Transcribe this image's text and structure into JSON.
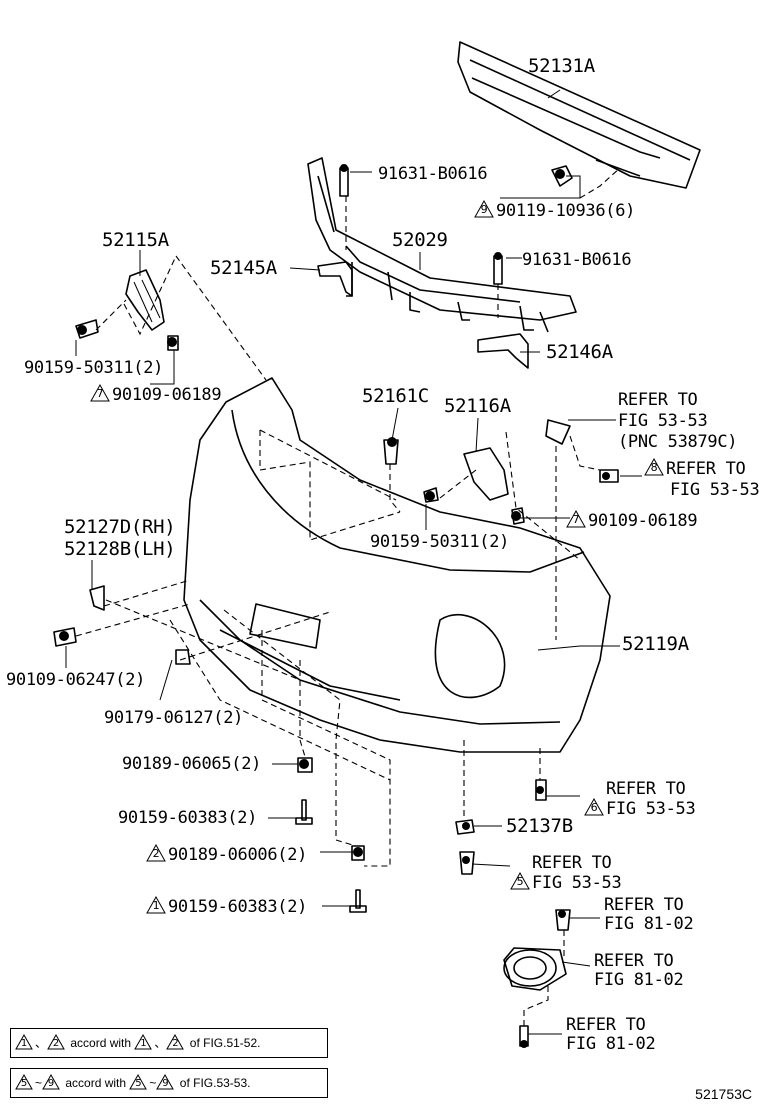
{
  "labels": {
    "p52131A": "52131A",
    "p91631a": "91631-B0616",
    "p90119": "90119-10936(6)",
    "p90119_tri": "9",
    "p52115A": "52115A",
    "p52029": "52029",
    "p52145A": "52145A",
    "p91631b": "91631-B0616",
    "p52146A": "52146A",
    "p90159a": "90159-50311(2)",
    "p90109a": "90109-06189",
    "p90109a_tri": "7",
    "p52161C": "52161C",
    "p52116A": "52116A",
    "refer1_l1": "REFER TO",
    "refer1_l2": "FIG 53-53",
    "refer1_l3": "(PNC 53879C)",
    "refer2_l1": "REFER TO",
    "refer2_l2": "FIG 53-53",
    "refer2_tri": "8",
    "p52127D": "52127D(RH)",
    "p52128B": "52128B(LH)",
    "p90159b": "90159-50311(2)",
    "p90109b": "90109-06189",
    "p90109b_tri": "7",
    "p90109c": "90109-06247(2)",
    "p52119A": "52119A",
    "p90179": "90179-06127(2)",
    "p90189a": "90189-06065(2)",
    "p90159c": "90159-60383(2)",
    "p90189b": "90189-06006(2)",
    "p90189b_tri": "2",
    "p90159d": "90159-60383(2)",
    "p90159d_tri": "1",
    "refer3_l1": "REFER TO",
    "refer3_l2": "FIG 53-53",
    "refer3_tri": "6",
    "p52137B": "52137B",
    "refer4_l1": "REFER TO",
    "refer4_l2": "FIG 53-53",
    "refer4_tri": "5",
    "refer5_l1": "REFER TO",
    "refer5_l2": "FIG 81-02",
    "refer6_l1": "REFER TO",
    "refer6_l2": "FIG 81-02",
    "refer7_l1": "REFER TO",
    "refer7_l2": "FIG 81-02"
  },
  "notes": {
    "n1_a": "1",
    "n1_sep": "、",
    "n1_b": "2",
    "n1_text": "accord with",
    "n1_c": "1",
    "n1_sep2": "、",
    "n1_d": "2",
    "n1_tail": "of FIG.51-52.",
    "n2_a": "5",
    "n2_sep": "~",
    "n2_b": "9",
    "n2_text": "accord with",
    "n2_c": "5",
    "n2_sep2": "~",
    "n2_d": "9",
    "n2_tail": "of FIG.53-53."
  },
  "figure_code": "521753C"
}
